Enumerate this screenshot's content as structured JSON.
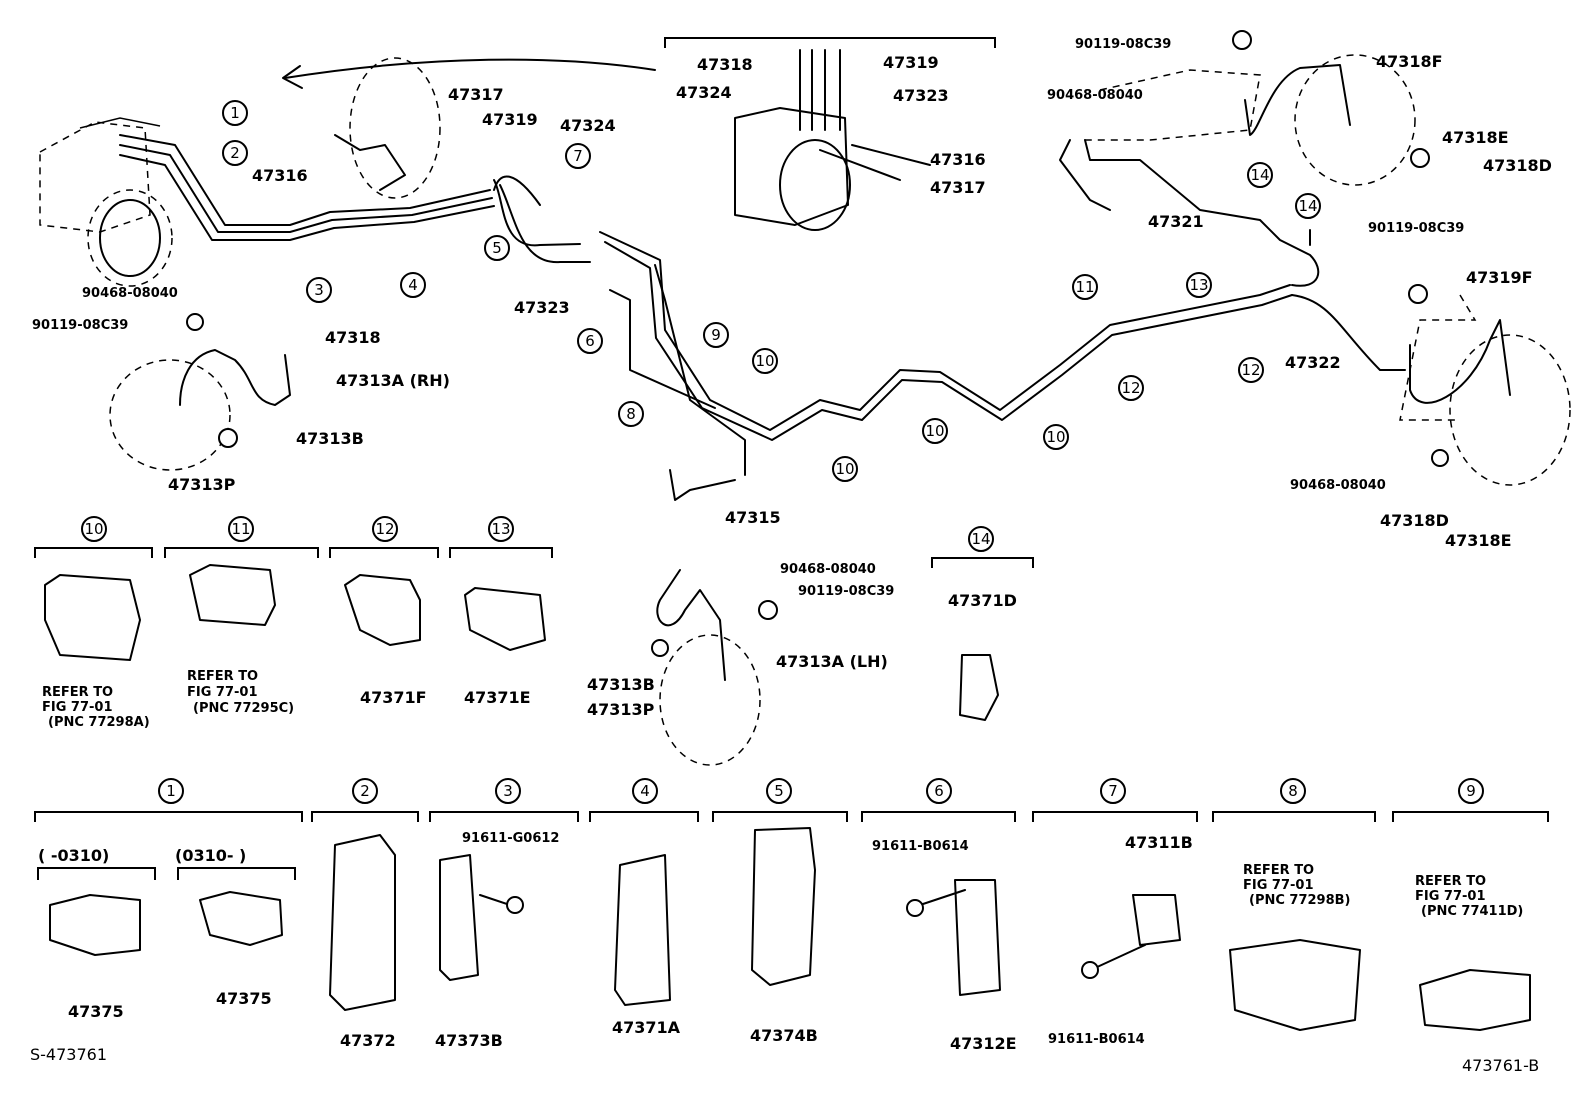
{
  "parts": {
    "p47318": "47318",
    "p47319": "47319",
    "p47324": "47324",
    "p47323": "47323",
    "p47316": "47316",
    "p47317": "47317",
    "p47318F": "47318F",
    "p47318E": "47318E",
    "p47318D": "47318D",
    "p47321": "47321",
    "p47319F": "47319F",
    "p47322": "47322",
    "p47313A_RH": "47313A (RH)",
    "p47313B": "47313B",
    "p47313P": "47313P",
    "p47315": "47315",
    "p47313A_LH": "47313A (LH)",
    "p47371D": "47371D",
    "p47371F": "47371F",
    "p47371E": "47371E",
    "p47375": "47375",
    "p47372": "47372",
    "p47373B": "47373B",
    "p47371A": "47371A",
    "p47374B": "47374B",
    "p47312E": "47312E",
    "p47311B": "47311B"
  },
  "hardware": {
    "bolt": "90119-08C39",
    "clip": "90468-08040",
    "bolt_b": "91611-B0614",
    "bolt_g": "91611-G0612"
  },
  "refs": {
    "refer_to": "REFER TO",
    "fig": "FIG 77-01",
    "pnc_77298A": "(PNC 77298A)",
    "pnc_77295C": "(PNC 77295C)",
    "pnc_77298B": "(PNC 77298B)",
    "pnc_77411D": "(PNC 77411D)"
  },
  "ranges": {
    "to_0310": "(      -0310)",
    "from_0310": "(0310-      )"
  },
  "callouts": {
    "c1": "1",
    "c2": "2",
    "c3": "3",
    "c4": "4",
    "c5": "5",
    "c6": "6",
    "c7": "7",
    "c8": "8",
    "c9": "9",
    "c10": "10",
    "c11": "11",
    "c12": "12",
    "c13": "13",
    "c14": "14"
  },
  "footer": {
    "left_code": "S-473761",
    "right_code": "473761-B"
  }
}
